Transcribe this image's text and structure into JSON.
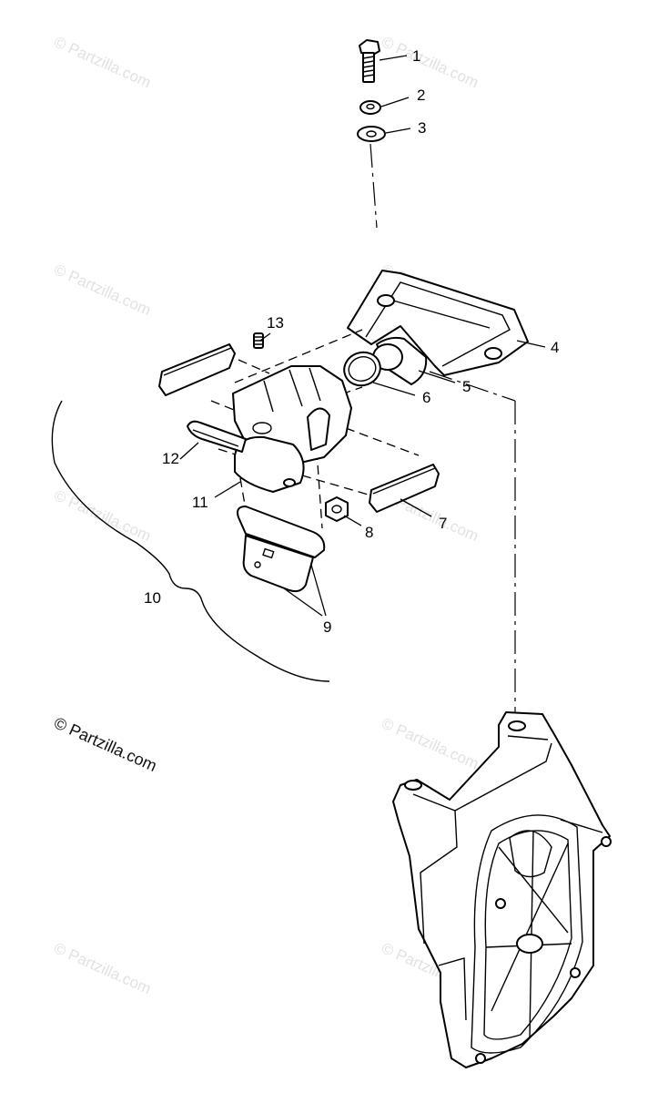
{
  "callouts": [
    "1",
    "2",
    "3",
    "4",
    "5",
    "6",
    "7",
    "8",
    "9",
    "10",
    "11",
    "12",
    "13"
  ],
  "watermark": "© Partzilla.com",
  "copyright": "© Partzilla.com"
}
